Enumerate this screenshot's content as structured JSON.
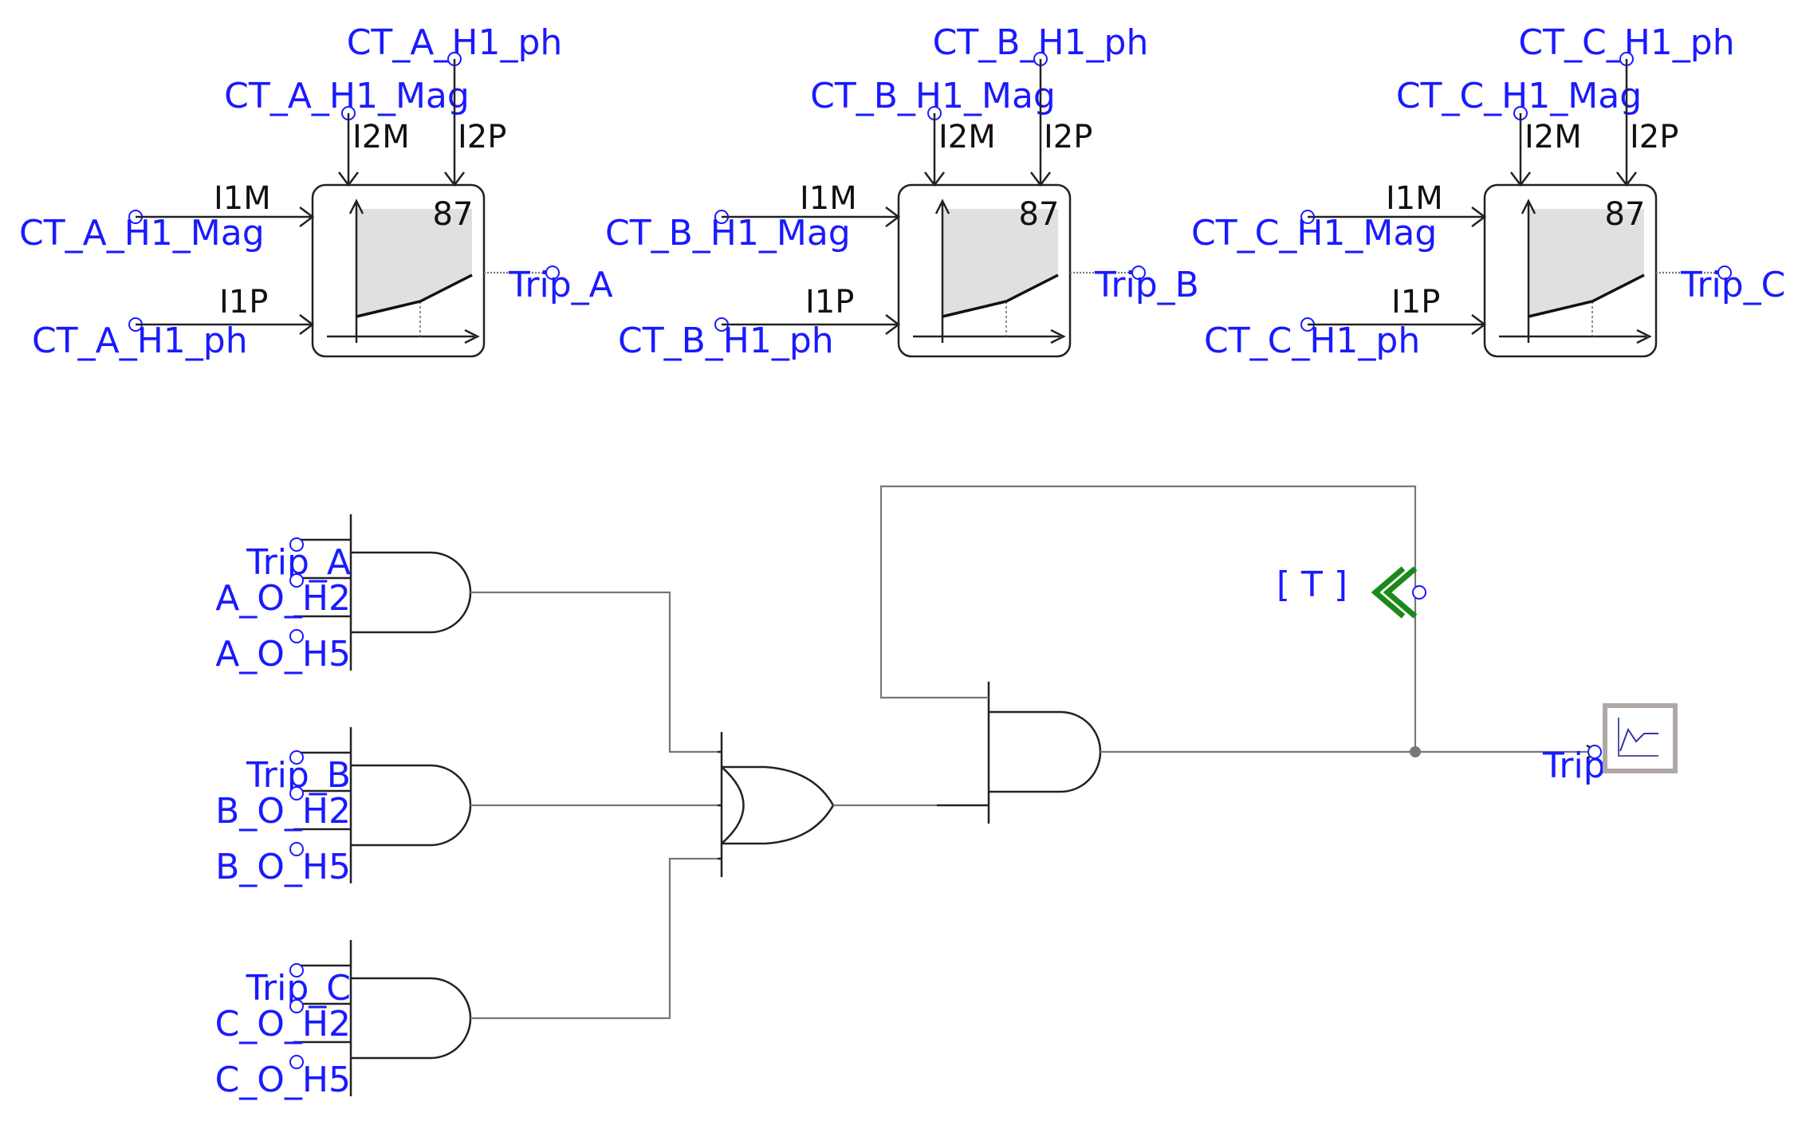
{
  "relays": [
    {
      "id": "A",
      "function_number": "87",
      "top_phase_signal": "CT_A_H1_ph",
      "top_mag_signal": "CT_A_H1_Mag",
      "left_mag_signal": "CT_A_H1_Mag",
      "left_phase_signal": "CT_A_H1_ph",
      "output_signal": "Trip_A",
      "ports": {
        "i1m": "I1M",
        "i1p": "I1P",
        "i2m": "I2M",
        "i2p": "I2P"
      }
    },
    {
      "id": "B",
      "function_number": "87",
      "top_phase_signal": "CT_B_H1_ph",
      "top_mag_signal": "CT_B_H1_Mag",
      "left_mag_signal": "CT_B_H1_Mag",
      "left_phase_signal": "CT_B_H1_ph",
      "output_signal": "Trip_B",
      "ports": {
        "i1m": "I1M",
        "i1p": "I1P",
        "i2m": "I2M",
        "i2p": "I2P"
      }
    },
    {
      "id": "C",
      "function_number": "87",
      "top_phase_signal": "CT_C_H1_ph",
      "top_mag_signal": "CT_C_H1_Mag",
      "left_mag_signal": "CT_C_H1_Mag",
      "left_phase_signal": "CT_C_H1_ph",
      "output_signal": "Trip_C",
      "ports": {
        "i1m": "I1M",
        "i1p": "I1P",
        "i2m": "I2M",
        "i2p": "I2P"
      }
    }
  ],
  "and_gates": [
    {
      "inputs": [
        "Trip_A",
        "A_O_H2",
        "A_O_H5"
      ]
    },
    {
      "inputs": [
        "Trip_B",
        "B_O_H2",
        "B_O_H5"
      ]
    },
    {
      "inputs": [
        "Trip_C",
        "C_O_H2",
        "C_O_H5"
      ]
    }
  ],
  "import_label": "[ T ]",
  "output_label": "Trip",
  "colors": {
    "signal_text": "#1a1aff",
    "port_text": "#111111",
    "wire": "#777777",
    "relay_plot_fill": "#e0e0e0",
    "import_arrow": "#1a8a1a",
    "meter_border": "#b0a8a8"
  },
  "icons": {
    "import": "double-chevron-left-icon",
    "meter": "plot-meter-icon"
  }
}
